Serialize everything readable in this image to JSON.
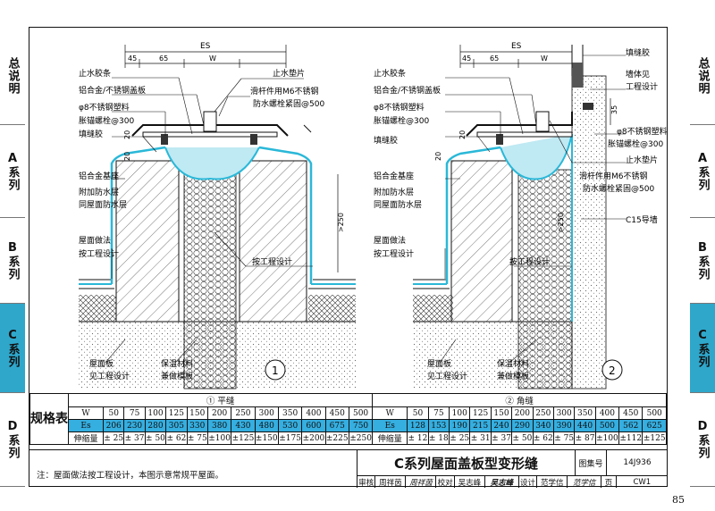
{
  "sidebar_left": [
    {
      "label": "总说明",
      "active": false
    },
    {
      "label": "A系列",
      "active": false
    },
    {
      "label": "B系列",
      "active": false
    },
    {
      "label": "C系列",
      "active": true
    },
    {
      "label": "D系列",
      "active": false
    }
  ],
  "sidebar_right": [
    {
      "label": "总说明",
      "active": false
    },
    {
      "label": "A系列",
      "active": false
    },
    {
      "label": "B系列",
      "active": false
    },
    {
      "label": "C系列",
      "active": true
    },
    {
      "label": "D系列",
      "active": false
    }
  ],
  "detail1": {
    "dim_es": "ES",
    "dim_45": "45",
    "dim_65": "65",
    "dim_w": "W",
    "dim_20a": "20",
    "dim_20b": "20",
    "dim_250": ">250",
    "number": "1",
    "labels": {
      "stop_strip": "止水胶条",
      "cover_plate": "铝合金/不锈钢盖板",
      "plastic_bolt": "φ8不锈钢塑料",
      "anchor_bolt": "胀锚螺栓@300",
      "filler": "填缝胶",
      "base": "铝合金基座",
      "waterproof1": "附加防水层",
      "waterproof2": "同屋面防水层",
      "roof_method1": "屋面做法",
      "roof_method2": "按工程设计",
      "roof_slab1": "屋面板",
      "roof_slab2": "见工程设计",
      "insul1": "保温材料",
      "insul2": "兼做模板",
      "stop_pad": "止水垫片",
      "slide1": "滑杆件用M6不锈钢",
      "slide2": "防水螺栓紧固@500",
      "by_design": "按工程设计"
    }
  },
  "detail2": {
    "dim_es": "ES",
    "dim_45": "45",
    "dim_65": "65",
    "dim_w": "W",
    "dim_20a": "20",
    "dim_20b": "20",
    "dim_35": "35",
    "dim_250": ">250",
    "number": "2",
    "labels": {
      "stop_strip": "止水胶条",
      "cover_plate": "铝合金/不锈钢盖板",
      "plastic_bolt": "φ8不锈钢塑料",
      "anchor_bolt": "胀锚螺栓@300",
      "filler": "填缝胶",
      "base": "铝合金基座",
      "waterproof1": "附加防水层",
      "waterproof2": "同屋面防水层",
      "roof_method1": "屋面做法",
      "roof_method2": "按工程设计",
      "roof_slab1": "屋面板",
      "roof_slab2": "见工程设计",
      "insul1": "保温材料",
      "insul2": "兼做模板",
      "filler_r": "填缝胶",
      "wall1": "墙体见",
      "wall2": "工程设计",
      "plastic_bolt_r": "φ8不锈钢塑料",
      "anchor_bolt_r": "胀锚螺栓@300",
      "stop_pad": "止水垫片",
      "slide1": "滑杆件用M6不锈钢",
      "slide2": "防水螺栓紧固@500",
      "guide_wall": "C15导墙",
      "by_design": "按工程设计"
    }
  },
  "table": {
    "row_header": "规格表",
    "group1_title": "① 平缝",
    "group2_title": "② 角缝",
    "row_labels": [
      "W",
      "Es",
      "伸缩量"
    ],
    "w_values": [
      "50",
      "75",
      "100",
      "125",
      "150",
      "200",
      "250",
      "300",
      "350",
      "400",
      "450",
      "500"
    ],
    "es1_values": [
      "206",
      "230",
      "280",
      "305",
      "330",
      "380",
      "430",
      "480",
      "530",
      "600",
      "675",
      "750"
    ],
    "es2_values": [
      "128",
      "153",
      "190",
      "215",
      "240",
      "290",
      "340",
      "390",
      "440",
      "500",
      "562",
      "625"
    ],
    "shrink1": [
      "± 25",
      "± 37",
      "± 50",
      "± 62",
      "± 75",
      "±100",
      "±125",
      "±150",
      "±175",
      "±200",
      "±225",
      "±250"
    ],
    "shrink2": [
      "± 12",
      "± 18",
      "± 25",
      "± 31",
      "± 37",
      "± 50",
      "± 62",
      "± 75",
      "± 87",
      "±100",
      "±112",
      "±125"
    ]
  },
  "footer": {
    "note": "注：屋面做法按工程设计，本图示意常规平屋面。",
    "title": "C系列屋面盖板型变形缝",
    "atlas_label": "图集号",
    "atlas_no": "14J936",
    "review": "审核",
    "reviewer": "周祥茵",
    "reviewer_sig": "周祥茵",
    "check": "校对",
    "checker": "吴志峰",
    "checker_sig": "吴志峰",
    "design": "设计",
    "designer": "范学信",
    "designer_sig": "范学信",
    "page_label": "页",
    "page_code": "CW1"
  },
  "page_number": "85",
  "colors": {
    "accent": "#2fa7cb",
    "waterproof": "#2ab8d8",
    "es_row": "#35aee0"
  }
}
